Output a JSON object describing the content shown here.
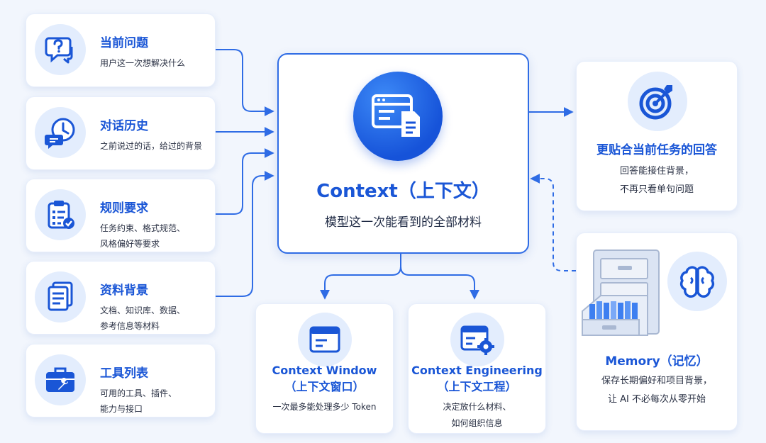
{
  "left_items": [
    {
      "icon": "question-chat-icon",
      "title": "当前问题",
      "desc": "用户这一次想解决什么"
    },
    {
      "icon": "history-clock-icon",
      "title": "对话历史",
      "desc": "之前说过的话，给过的背景"
    },
    {
      "icon": "clipboard-check-icon",
      "title": "规则要求",
      "desc": "任务约束、格式规范、\n风格偏好等要求"
    },
    {
      "icon": "documents-icon",
      "title": "资料背景",
      "desc": "文档、知识库、数据、\n参考信息等材料"
    },
    {
      "icon": "toolbox-icon",
      "title": "工具列表",
      "desc": "可用的工具、插件、\n能力与接口"
    }
  ],
  "center": {
    "icon": "window-document-icon",
    "title": "Context（上下文）",
    "desc": "模型这一次能看到的全部材料"
  },
  "bottom_items": [
    {
      "icon": "browser-window-icon",
      "title": "Context Window\n（上下文窗口）",
      "desc": "一次最多能处理多少 Token"
    },
    {
      "icon": "window-gear-icon",
      "title": "Context Engineering\n（上下文工程）",
      "desc": "决定放什么材料、\n如何组织信息"
    }
  ],
  "output": {
    "icon": "target-icon",
    "title": "更贴合当前任务的回答",
    "desc": "回答能接住背景，\n不再只看单句问题"
  },
  "memory": {
    "icon": "brain-icon",
    "title": "Memory（记忆）",
    "desc": "保存长期偏好和项目背景，\n让 AI 不必每次从零开始"
  },
  "colors": {
    "accent": "#1a56d6",
    "line": "#2f6ce5",
    "icon_bg": "#e3edfd",
    "background": "#f2f6fd"
  }
}
